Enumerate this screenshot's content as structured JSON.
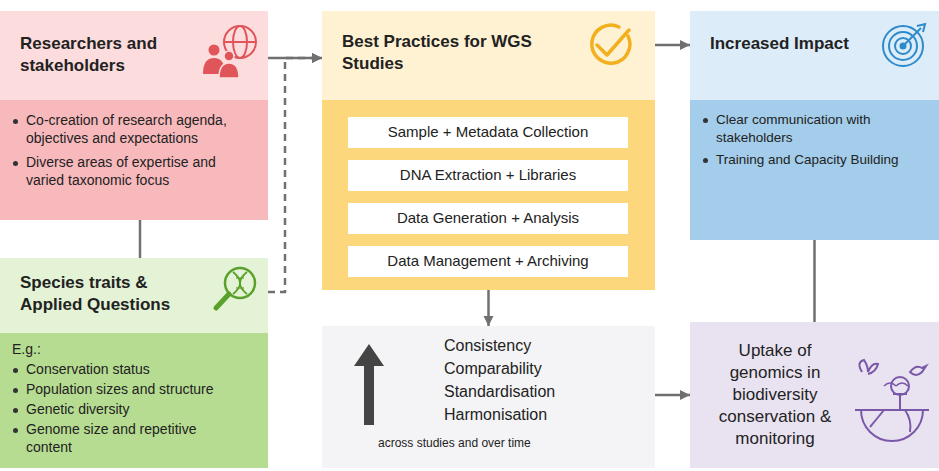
{
  "diagram": {
    "nodes": [
      {
        "text": [
          "Researchers and stakeholders",
          "Co-creation of research agenda, objectives and expectations",
          "Diverse areas of expertise and varied taxonomic focus"
        ]
      },
      {
        "text": [
          "Species traits & Applied Questions",
          "E.g.:",
          "Conservation status",
          "Population sizes and structure",
          "Genetic diversity",
          "Genome size and repetitive content"
        ]
      },
      {
        "text": [
          "Best Practices for WGS Studies"
        ]
      },
      {
        "text": [
          "Sample + Metadata Collection"
        ],
        "in": 2
      },
      {
        "text": [
          "DNA Extraction + Libraries"
        ],
        "in": 2
      },
      {
        "text": [
          "Data Generation + Analysis"
        ],
        "in": 2
      },
      {
        "text": [
          "Data Management + Archiving"
        ],
        "in": 2
      },
      {
        "text": [
          "Increased Impact",
          "Clear communication with stakeholders",
          "Training and Capacity Building"
        ]
      },
      {
        "text": [
          "Consistency",
          "Comparability",
          "Standardisation",
          "Harmonisation",
          "across studies and over time"
        ]
      },
      {
        "text": [
          "Uptake of genomics in biodiversity conservation & monitoring"
        ]
      }
    ],
    "edges": [
      {
        "from": 0,
        "to": 2,
        "arrow": "to"
      },
      {
        "from": 1,
        "to": 2,
        "arrow": "to"
      },
      {
        "from": 0,
        "to": 1,
        "arrow": "none"
      },
      {
        "from": 2,
        "to": 7,
        "arrow": "to"
      },
      {
        "from": 2,
        "to": 8,
        "arrow": "to"
      },
      {
        "from": 8,
        "to": 9,
        "arrow": "to"
      },
      {
        "from": 7,
        "to": 9,
        "arrow": "none"
      }
    ]
  }
}
